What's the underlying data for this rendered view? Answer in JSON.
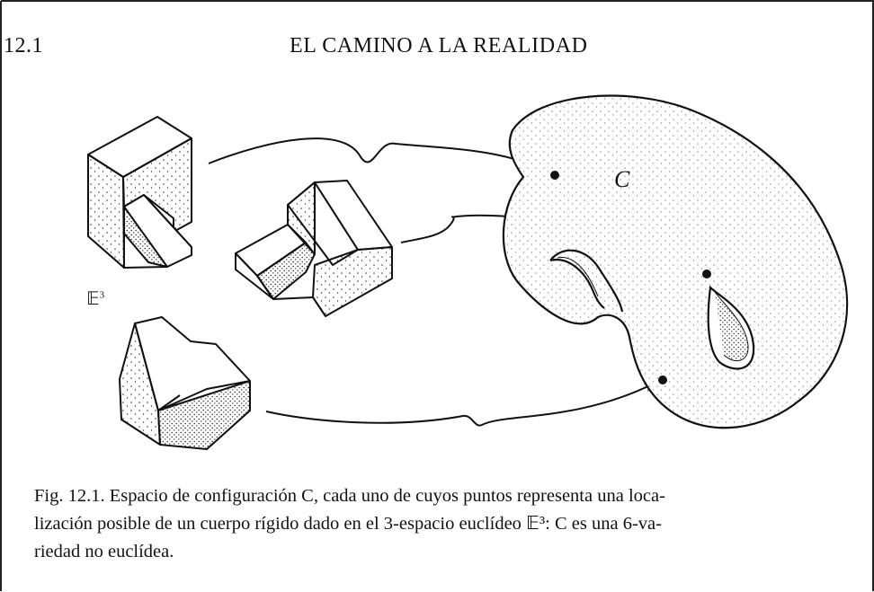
{
  "header": {
    "section_number": "12.1",
    "running_title": "EL CAMINO A LA REALIDAD"
  },
  "figure": {
    "space_label": "𝔼",
    "space_label_sup": "3",
    "manifold_label": "C"
  },
  "caption": {
    "lines": [
      "Fig. 12.1.  Espacio de configuración C, cada uno de cuyos puntos representa una loca-",
      "lización posible de un cuerpo rígido dado en el 3-espacio euclídeo 𝔼³: C es una 6-va-",
      "riedad no euclídea."
    ]
  }
}
